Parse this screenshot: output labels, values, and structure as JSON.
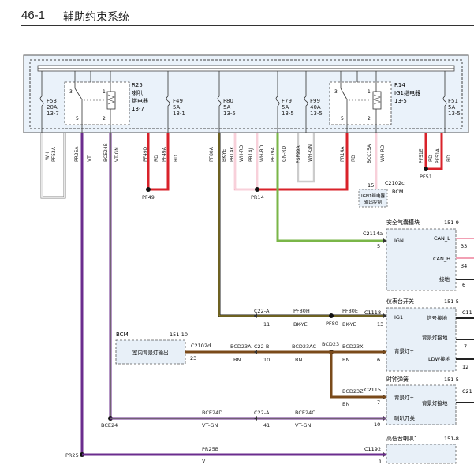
{
  "header": {
    "page_number": "46-1",
    "title": "辅助约束系统"
  },
  "colors": {
    "VT": "#6b2d8e",
    "BN": "#7a4a1a",
    "RD": "#d9222a",
    "GN": "#7ab648",
    "BK": "#222222",
    "WH": "#ffffff",
    "YE": "#e0c020",
    "PK": "#f2a0b4"
  },
  "fuses": [
    {
      "name": "F53",
      "rating": "20A",
      "ref": "13-7"
    },
    {
      "name": "F49",
      "rating": "5A",
      "ref": "13-1"
    },
    {
      "name": "F80",
      "rating": "5A",
      "ref": "13-5"
    },
    {
      "name": "F79",
      "rating": "5A",
      "ref": "13-5"
    },
    {
      "name": "F99",
      "rating": "40A",
      "ref": "13-5"
    },
    {
      "name": "F51",
      "rating": "5A",
      "ref": "13-5"
    }
  ],
  "relays": [
    {
      "name": "R25",
      "desc1": "喇叭",
      "desc2": "继电器",
      "ref": "13-7",
      "pins": [
        "3",
        "1",
        "5",
        "2"
      ]
    },
    {
      "name": "R14",
      "desc1": "IG1继电器",
      "desc2": "",
      "ref": "13-5",
      "pins": [
        "3",
        "1",
        "5",
        "2"
      ]
    }
  ],
  "wires_top": [
    {
      "circuit": "PF53A",
      "color": "WH"
    },
    {
      "circuit": "PR25A",
      "color": "WH"
    },
    {
      "circuit": "VT",
      "color": "VT"
    },
    {
      "circuit": "BCE24B",
      "color": "VT-GN"
    },
    {
      "circuit": "PF49D",
      "color": "RD"
    },
    {
      "circuit": "PF49A",
      "color": "RD"
    },
    {
      "circuit": "PF80A",
      "color": "BK-YE"
    },
    {
      "circuit": "PR14K",
      "color": "WH-RD"
    },
    {
      "circuit": "PR14J",
      "color": "WH-RD"
    },
    {
      "circuit": "PF79A",
      "color": "GN-RD"
    },
    {
      "circuit": "PSF99A",
      "color": "WH-GN"
    },
    {
      "circuit": "PR14A",
      "color": "RD"
    },
    {
      "circuit": "BCC15A",
      "color": "WH-RD"
    },
    {
      "circuit": "PF51E",
      "color": "RD"
    },
    {
      "circuit": "PF51A",
      "color": "RD"
    }
  ],
  "splices": {
    "pf49": "PF49",
    "pr14": "PR14",
    "pf51": "PF51",
    "pf80": "PF80",
    "bce24": "BCE24",
    "pr25": "PR25"
  },
  "bcm_top": {
    "connector": "C2102c",
    "pin": "15",
    "module": "BCM",
    "label_line1": "IGN1继电器",
    "label_line2": "输出控制"
  },
  "modules": [
    {
      "name": "安全气囊模块",
      "ref": "151-9",
      "connector": "C2114a",
      "pin_in": "5",
      "labels": {
        "ign": "IGN",
        "can_l": "CAN_L",
        "can_h": "CAN_H",
        "gnd": "接地"
      },
      "right_pins": [
        "33",
        "34",
        "6"
      ]
    },
    {
      "name": "仪表台开关",
      "ref": "151-5",
      "connector": "C1118",
      "pin_in1": "13",
      "pin_in2": "6",
      "labels": {
        "ig1": "IG1",
        "sig_gnd": "信号接地",
        "bl_gnd": "背景灯接地",
        "bl_plus": "背景灯+",
        "ldw_gnd": "LDW接地"
      },
      "right_conn": "C11",
      "right_pins": [
        "7",
        "12"
      ]
    },
    {
      "name": "时钟弹簧",
      "ref": "151-5",
      "connector": "C2115",
      "pin_in1": "7",
      "pin_in2": "10",
      "labels": {
        "bl_plus": "背景灯+",
        "bl_gnd": "背景灯接地",
        "horn_sw": "喇叭开关"
      },
      "right_conn": "C21"
    },
    {
      "name": "高低音喇叭1",
      "ref": "151-8",
      "connector": "C1192",
      "pin_in": "1"
    }
  ],
  "bcm_mid": {
    "module": "BCM",
    "ref": "151-10",
    "label": "室内背景灯输出",
    "connector": "C2102d",
    "pin": "23"
  },
  "wire_labels": {
    "pf80h": "PF80H",
    "pf80e": "PF80E",
    "bk_ye": "BK-YE",
    "c22a": "C22-A",
    "pin11": "11",
    "bcd23a": "BCD23A",
    "bcd23ac": "BCD23AC",
    "bcd23": "BCD23",
    "bcd23x": "BCD23X",
    "bcd23z": "BCD23Z",
    "c22b": "C22-B",
    "pin10": "10",
    "bn": "BN",
    "bce24d": "BCE24D",
    "bce24c": "BCE24C",
    "vt_gn": "VT-GN",
    "pin41": "41",
    "pr25b": "PR25B",
    "vt": "VT"
  }
}
